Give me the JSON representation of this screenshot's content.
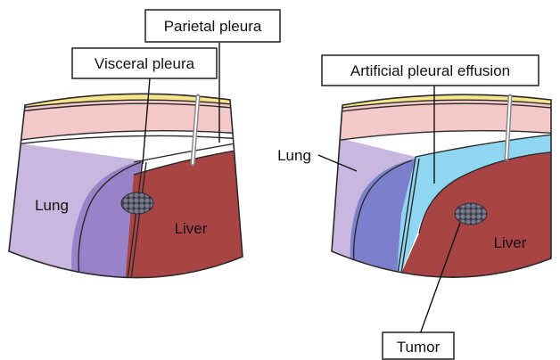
{
  "labels": {
    "parietal_pleura": "Parietal pleura",
    "visceral_pleura": "Visceral pleura",
    "lung_left": "Lung",
    "liver_left": "Liver",
    "artificial_effusion": "Artificial pleural effusion",
    "lung_right": "Lung",
    "liver_right": "Liver",
    "tumor": "Tumor"
  },
  "colors": {
    "skin_yellow": "#f6e58a",
    "tissue_pink": "#f4c9c9",
    "lung_lilac": "#c8b8e0",
    "lung_purple": "#9a82c8",
    "liver_red": "#a84444",
    "effusion_blue": "#8fd6f2",
    "tumor_gray": "#6e6e7e"
  },
  "icons": [
    "needle-icon",
    "tumor-icon"
  ]
}
